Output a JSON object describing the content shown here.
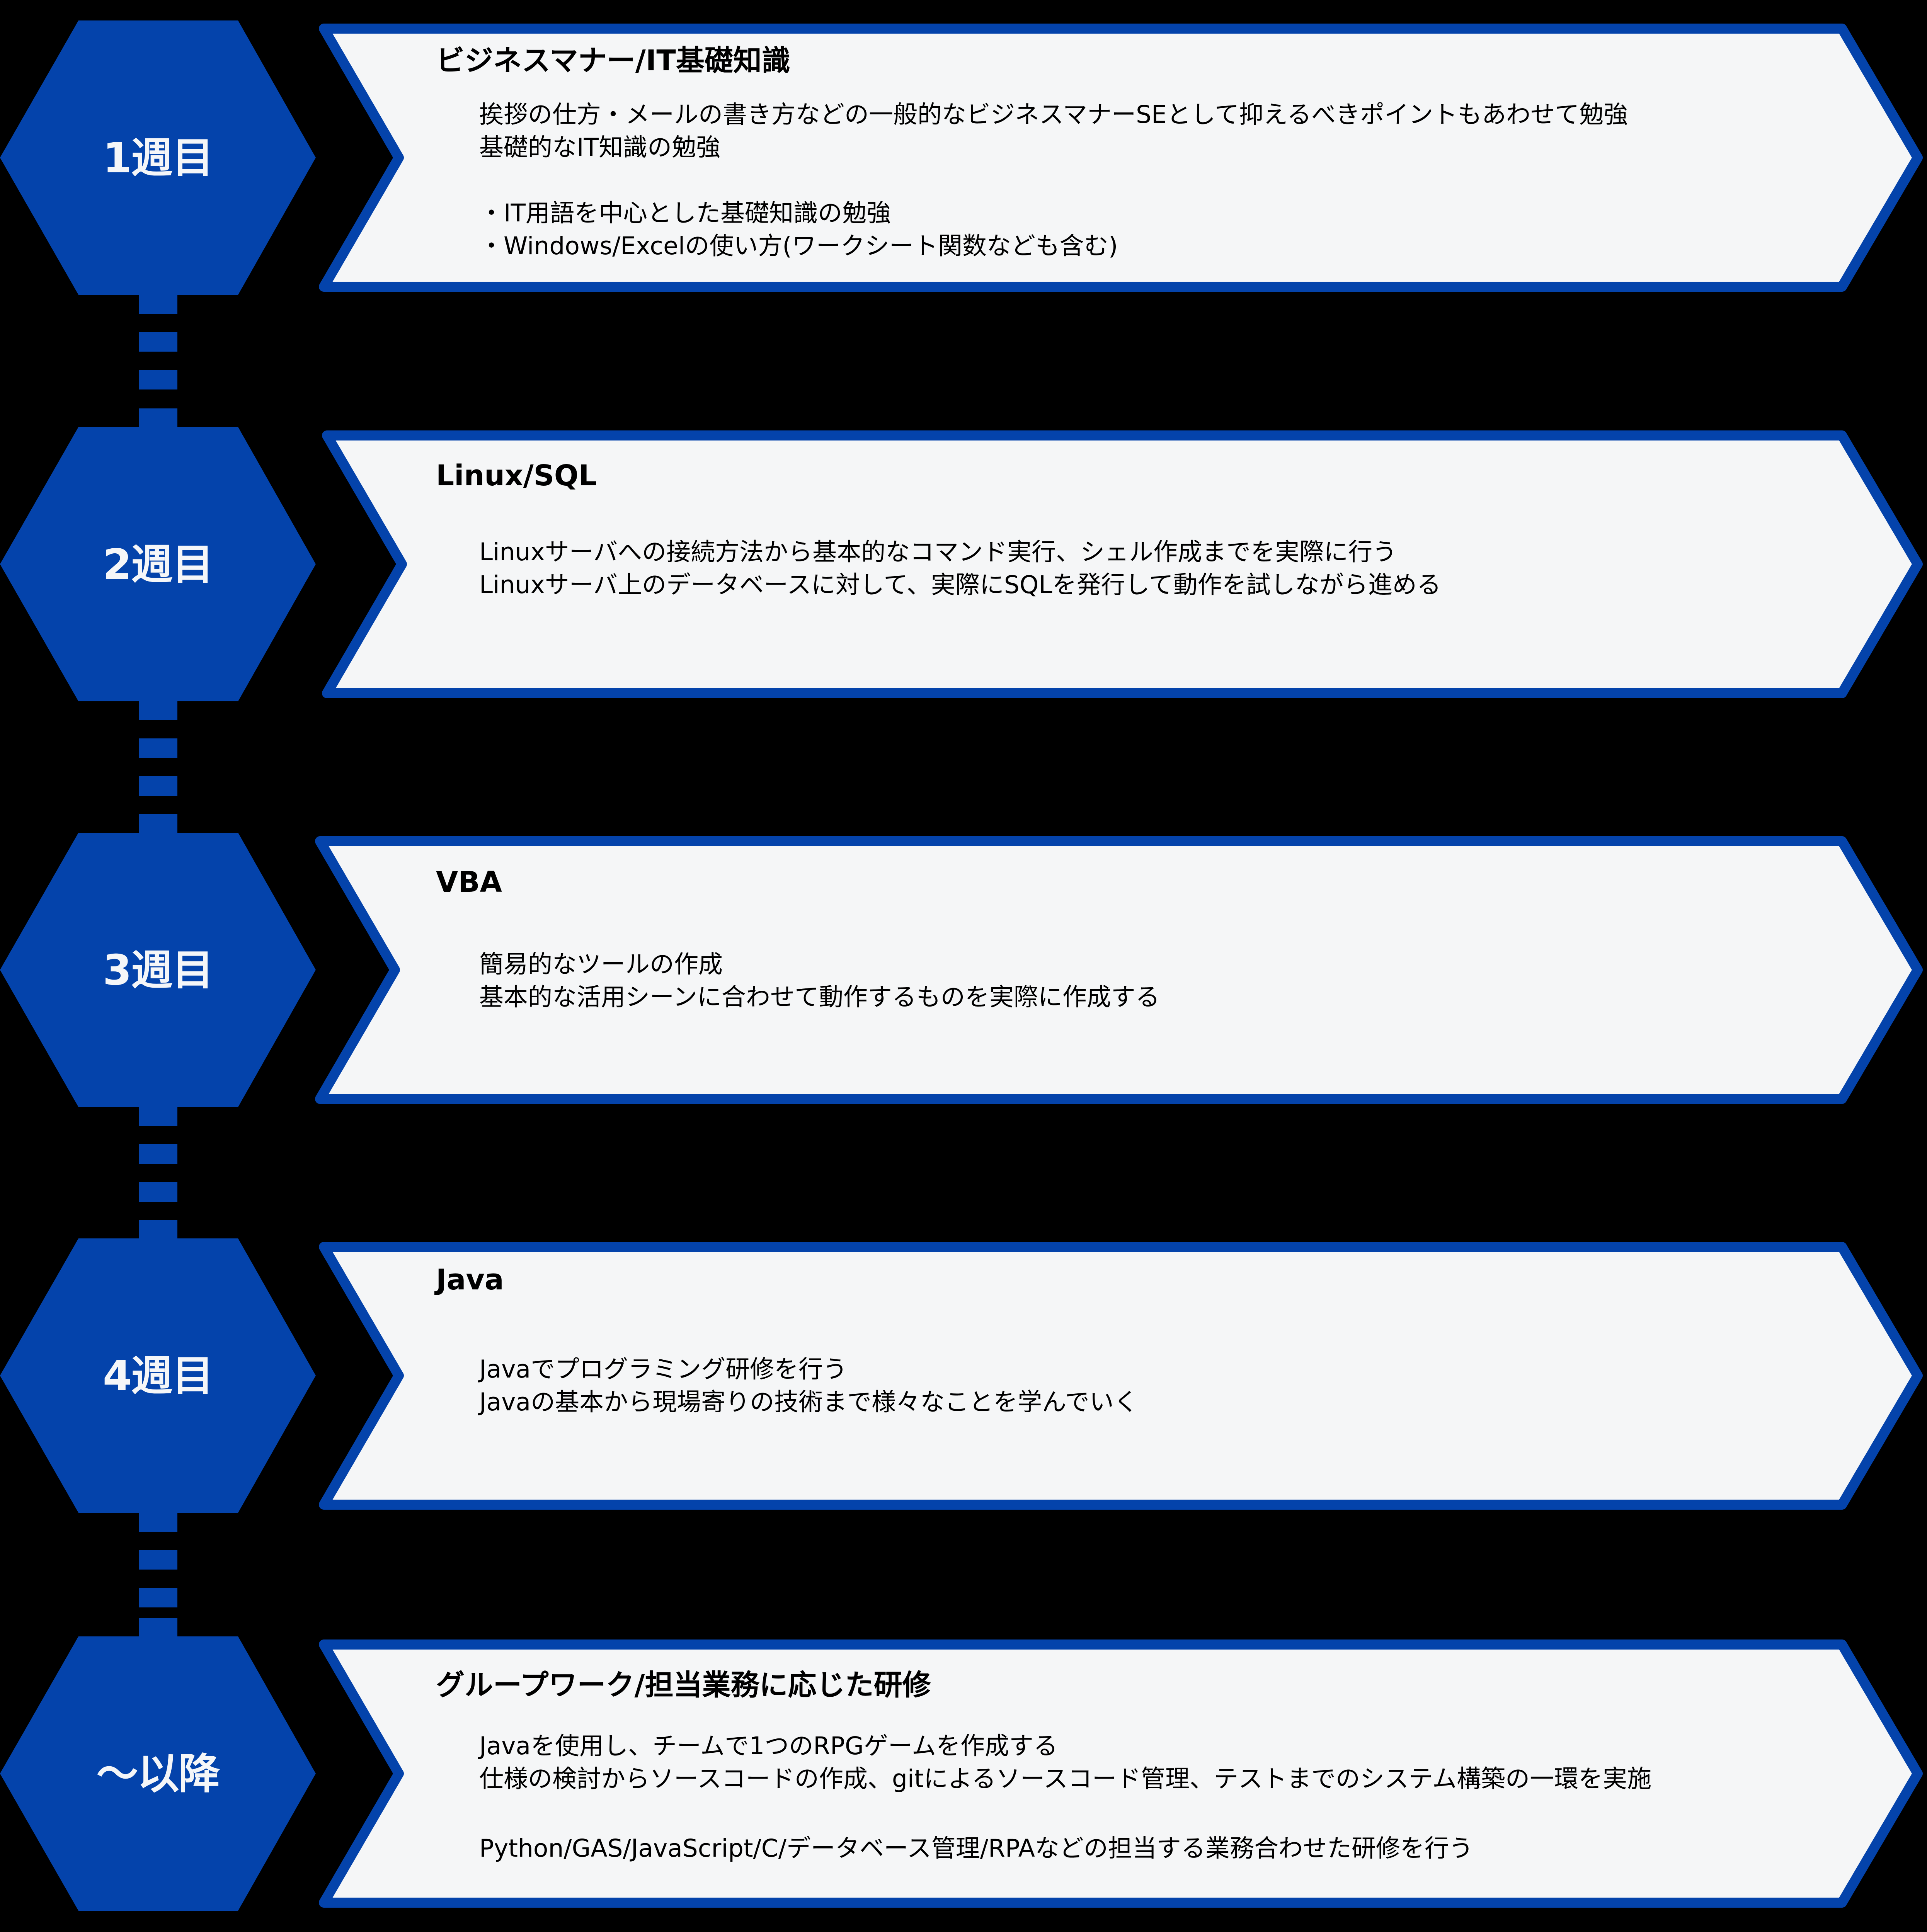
{
  "colors": {
    "background": "#000000",
    "accent_blue": "#0443AB",
    "panel_fill": "#F5F6F7",
    "hex_text": "#F5F6F8",
    "body_text": "#000000"
  },
  "steps": [
    {
      "label": "1週目",
      "title": "ビジネスマナー/IT基礎知識",
      "lines": [
        "挨拶の仕方・メールの書き方などの一般的なビジネスマナーSEとして抑えるべきポイントもあわせて勉強",
        "基礎的なIT知識の勉強",
        "",
        "・IT用語を中心とした基礎知識の勉強",
        "・Windows/Excelの使い方(ワークシート関数なども含む)"
      ]
    },
    {
      "label": "2週目",
      "title": "Linux/SQL",
      "lines": [
        "Linuxサーバへの接続方法から基本的なコマンド実行、シェル作成までを実際に行う",
        "Linuxサーバ上のデータベースに対して、実際にSQLを発行して動作を試しながら進める"
      ]
    },
    {
      "label": "3週目",
      "title": "VBA",
      "lines": [
        "簡易的なツールの作成",
        "基本的な活用シーンに合わせて動作するものを実際に作成する"
      ]
    },
    {
      "label": "4週目",
      "title": "Java",
      "lines": [
        "Javaでプログラミング研修を行う",
        "Javaの基本から現場寄りの技術まで様々なことを学んでいく"
      ]
    },
    {
      "label": "～以降",
      "title": "グループワーク/担当業務に応じた研修",
      "lines": [
        "Javaを使用し、チームで1つのRPGゲームを作成する",
        "仕様の検討からソースコードの作成、gitによるソースコード管理、テストまでのシステム構築の一環を実施",
        "",
        "Python/GAS/JavaScript/C/データベース管理/RPAなどの担当する業務合わせた研修を行う"
      ]
    }
  ]
}
